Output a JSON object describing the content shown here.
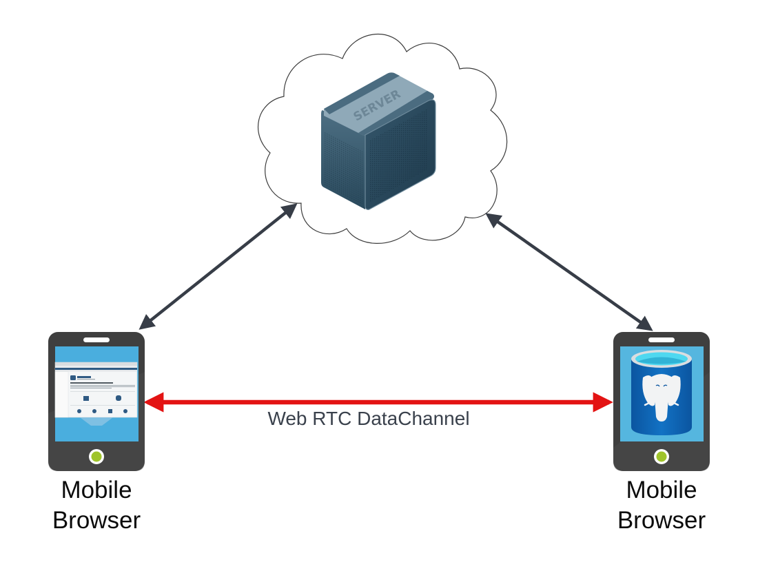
{
  "diagram": {
    "nodes": [
      {
        "id": "server",
        "type": "cloud-server",
        "label": "SERVER",
        "icon": "server-icon"
      },
      {
        "id": "client-left",
        "type": "mobile-phone",
        "label_lines": [
          "Mobile",
          "Browser"
        ],
        "screen": "pgadmin-screenshot",
        "icon": "mobile-phone-icon"
      },
      {
        "id": "client-right",
        "type": "mobile-phone",
        "label_lines": [
          "Mobile",
          "Browser"
        ],
        "screen": "postgresql-database-icon",
        "icon": "mobile-phone-icon"
      }
    ],
    "edges": [
      {
        "from": "client-left",
        "to": "server",
        "direction": "bidirectional",
        "color": "#373d47"
      },
      {
        "from": "client-right",
        "to": "server",
        "direction": "bidirectional",
        "color": "#373d47"
      },
      {
        "from": "client-left",
        "to": "client-right",
        "direction": "bidirectional",
        "color": "#e31313",
        "label": "Web RTC DataChannel"
      }
    ]
  },
  "colors": {
    "phone_body": "#3f3f3f",
    "phone_screen": "#4aaede",
    "home_button": "#9fc42b",
    "server_dark": "#2b4a5e",
    "server_light": "#8fa9b8",
    "db_blue": "#0a63b3",
    "db_top": "#4fd8f0",
    "edge_dark": "#373d47",
    "edge_red": "#e31313"
  },
  "server_text": "SERVER"
}
